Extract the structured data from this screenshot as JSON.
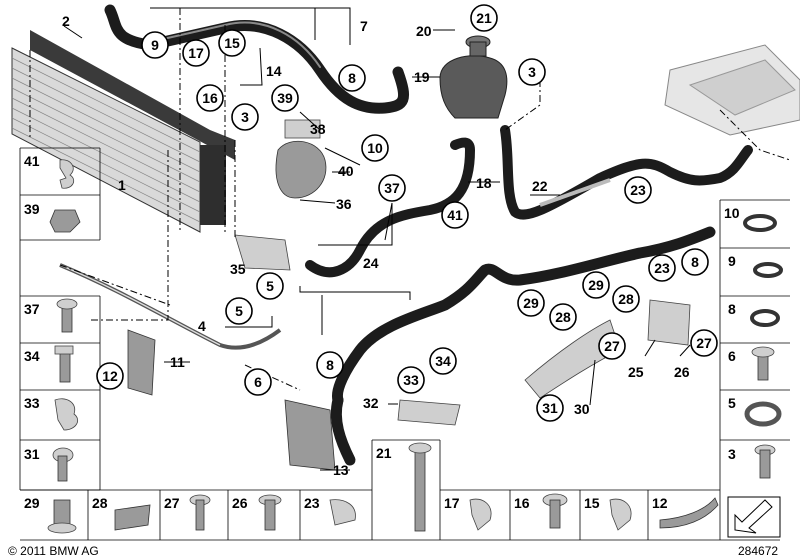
{
  "labels": {
    "n1": "1",
    "n2": "2",
    "n3a": "3",
    "n3b": "3",
    "n4": "4",
    "n5a": "5",
    "n5b": "5",
    "n6": "6",
    "n7": "7",
    "n8a": "8",
    "n8b": "8",
    "n8c": "8",
    "n9": "9",
    "n10": "10",
    "n11": "11",
    "n12": "12",
    "n13": "13",
    "n14": "14",
    "n15": "15",
    "n16": "16",
    "n17": "17",
    "n18": "18",
    "n19": "19",
    "n20": "20",
    "n21": "21",
    "n22": "22",
    "n23a": "23",
    "n23b": "23",
    "n24": "24",
    "n25": "25",
    "n26": "26",
    "n27a": "27",
    "n27b": "27",
    "n28a": "28",
    "n28b": "28",
    "n29a": "29",
    "n29b": "29",
    "n30": "30",
    "n31": "31",
    "n32": "32",
    "n33": "33",
    "n34": "34",
    "n35": "35",
    "n36": "36",
    "n37": "37",
    "n38": "38",
    "n39": "39",
    "n40": "40",
    "n41": "41"
  },
  "left_panel": [
    "41",
    "39",
    "37",
    "34",
    "33",
    "31"
  ],
  "bottom_panel": [
    "29",
    "28",
    "27",
    "26",
    "23",
    "21",
    "17",
    "16",
    "15",
    "12"
  ],
  "right_panel": [
    "10",
    "9",
    "8",
    "6",
    "5",
    "3"
  ],
  "copyright": "© 2011 BMW AG",
  "diagram_number": "284672",
  "colors": {
    "hose": "#1c1c1c",
    "part": "#9a9a9a",
    "line": "#000000",
    "background": "#ffffff"
  }
}
